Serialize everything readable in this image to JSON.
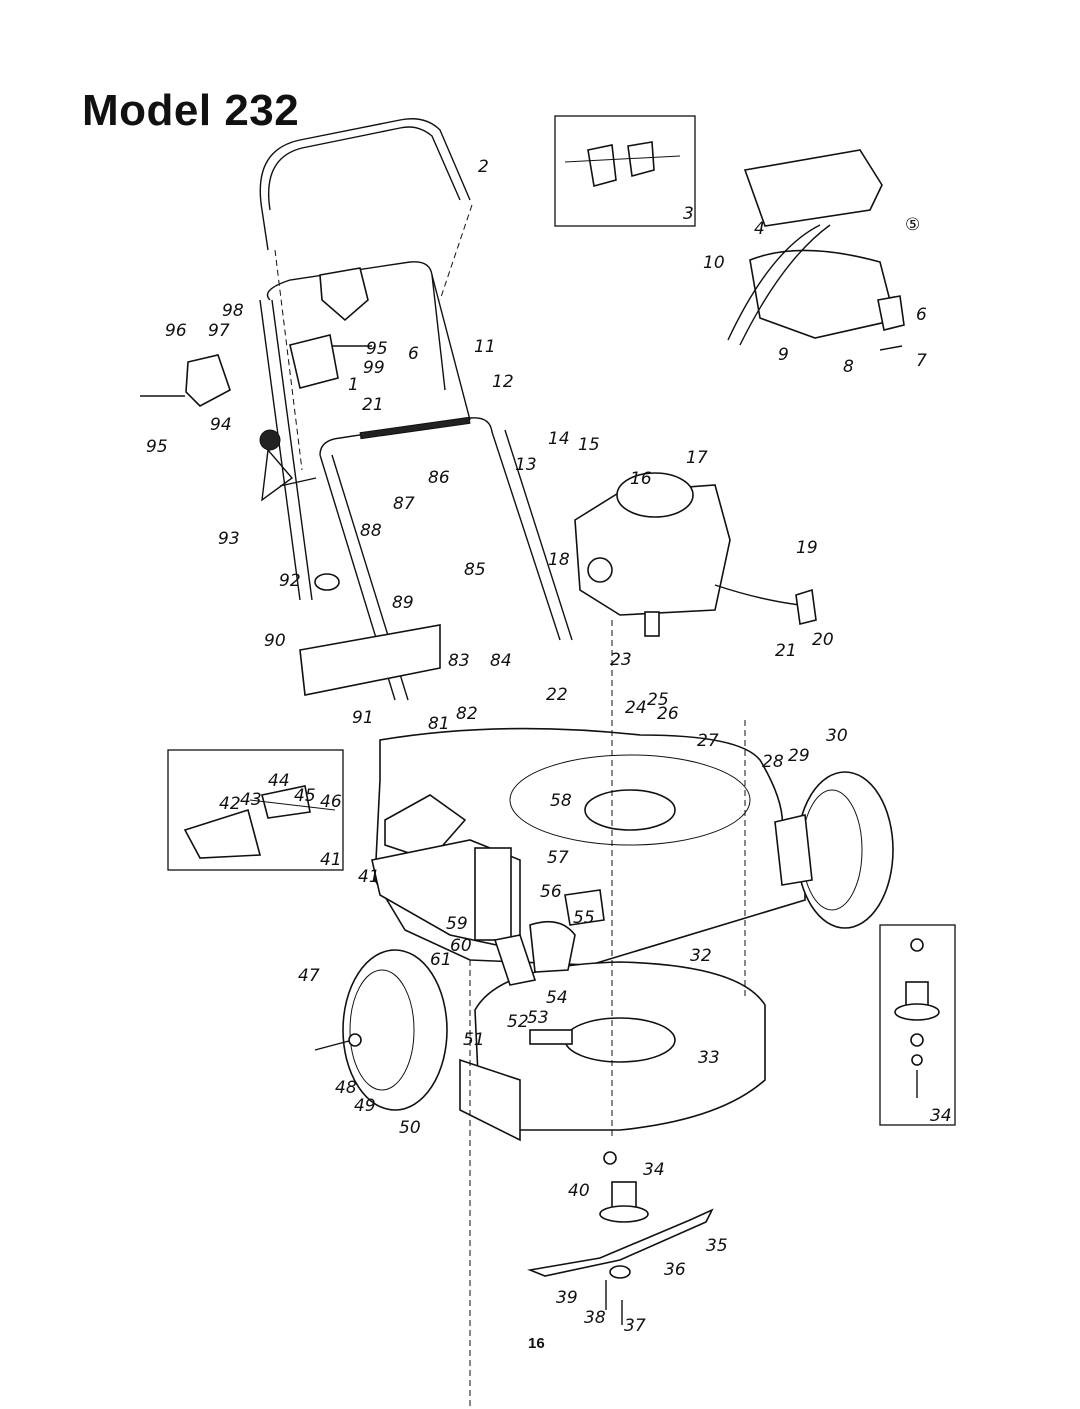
{
  "title": "Model 232",
  "page_number": "16",
  "callouts": [
    {
      "id": "2",
      "label": "2"
    },
    {
      "id": "3",
      "label": "3"
    },
    {
      "id": "4",
      "label": "4"
    },
    {
      "id": "5",
      "label": "⑤"
    },
    {
      "id": "10",
      "label": "10"
    },
    {
      "id": "6a",
      "label": "6"
    },
    {
      "id": "9",
      "label": "9"
    },
    {
      "id": "8",
      "label": "8"
    },
    {
      "id": "7",
      "label": "7"
    },
    {
      "id": "98",
      "label": "98"
    },
    {
      "id": "96",
      "label": "96"
    },
    {
      "id": "97",
      "label": "97"
    },
    {
      "id": "95a",
      "label": "95"
    },
    {
      "id": "6b",
      "label": "6"
    },
    {
      "id": "11",
      "label": "11"
    },
    {
      "id": "99",
      "label": "99"
    },
    {
      "id": "1",
      "label": "1"
    },
    {
      "id": "12",
      "label": "12"
    },
    {
      "id": "21a",
      "label": "21"
    },
    {
      "id": "94",
      "label": "94"
    },
    {
      "id": "95b",
      "label": "95"
    },
    {
      "id": "14",
      "label": "14"
    },
    {
      "id": "15",
      "label": "15"
    },
    {
      "id": "13",
      "label": "13"
    },
    {
      "id": "16",
      "label": "16"
    },
    {
      "id": "17",
      "label": "17"
    },
    {
      "id": "86",
      "label": "86"
    },
    {
      "id": "87",
      "label": "87"
    },
    {
      "id": "88",
      "label": "88"
    },
    {
      "id": "93",
      "label": "93"
    },
    {
      "id": "18",
      "label": "18"
    },
    {
      "id": "85",
      "label": "85"
    },
    {
      "id": "19",
      "label": "19"
    },
    {
      "id": "92",
      "label": "92"
    },
    {
      "id": "89",
      "label": "89"
    },
    {
      "id": "21b",
      "label": "21"
    },
    {
      "id": "20",
      "label": "20"
    },
    {
      "id": "90",
      "label": "90"
    },
    {
      "id": "83",
      "label": "83"
    },
    {
      "id": "84",
      "label": "84"
    },
    {
      "id": "23",
      "label": "23"
    },
    {
      "id": "22",
      "label": "22"
    },
    {
      "id": "24",
      "label": "24"
    },
    {
      "id": "25",
      "label": "25"
    },
    {
      "id": "26",
      "label": "26"
    },
    {
      "id": "91",
      "label": "91"
    },
    {
      "id": "81",
      "label": "81"
    },
    {
      "id": "82",
      "label": "82"
    },
    {
      "id": "27",
      "label": "27"
    },
    {
      "id": "30",
      "label": "30"
    },
    {
      "id": "28",
      "label": "28"
    },
    {
      "id": "29",
      "label": "29"
    },
    {
      "id": "44",
      "label": "44"
    },
    {
      "id": "45",
      "label": "45"
    },
    {
      "id": "46",
      "label": "46"
    },
    {
      "id": "42",
      "label": "42"
    },
    {
      "id": "43",
      "label": "43"
    },
    {
      "id": "58",
      "label": "58"
    },
    {
      "id": "41a",
      "label": "41"
    },
    {
      "id": "57",
      "label": "57"
    },
    {
      "id": "56",
      "label": "56"
    },
    {
      "id": "41b",
      "label": "41"
    },
    {
      "id": "59",
      "label": "59"
    },
    {
      "id": "55",
      "label": "55"
    },
    {
      "id": "60",
      "label": "60"
    },
    {
      "id": "47",
      "label": "47"
    },
    {
      "id": "61",
      "label": "61"
    },
    {
      "id": "32",
      "label": "32"
    },
    {
      "id": "54",
      "label": "54"
    },
    {
      "id": "52",
      "label": "52"
    },
    {
      "id": "53",
      "label": "53"
    },
    {
      "id": "51",
      "label": "51"
    },
    {
      "id": "33",
      "label": "33"
    },
    {
      "id": "48",
      "label": "48"
    },
    {
      "id": "49",
      "label": "49"
    },
    {
      "id": "50",
      "label": "50"
    },
    {
      "id": "34a",
      "label": "34"
    },
    {
      "id": "40",
      "label": "40"
    },
    {
      "id": "34b",
      "label": "34"
    },
    {
      "id": "35",
      "label": "35"
    },
    {
      "id": "36",
      "label": "36"
    },
    {
      "id": "39",
      "label": "39"
    },
    {
      "id": "38",
      "label": "38"
    },
    {
      "id": "37",
      "label": "37"
    }
  ]
}
